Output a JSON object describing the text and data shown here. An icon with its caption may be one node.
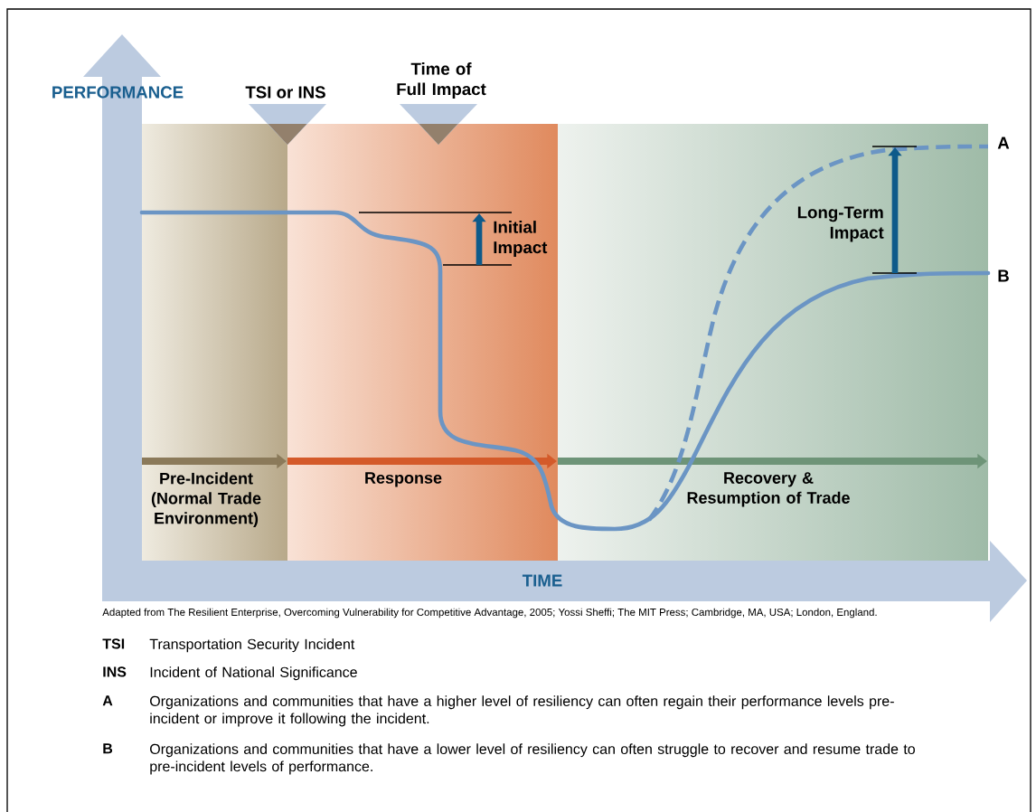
{
  "diagram": {
    "caption": "Adapted from The Resilient Enterprise, Overcoming Vulnerability for Competitive Advantage, 2005; Yossi Sheffi; The MIT Press; Cambridge, MA, USA; London, England.",
    "nodes": [
      {
        "text": [
          "Pre-Incident (Normal Trade Environment)"
        ]
      },
      {
        "text": [
          "Response"
        ]
      },
      {
        "text": [
          "Recovery & Resumption of Trade"
        ]
      }
    ],
    "labels": [
      "PERFORMANCE",
      "TSI or INS",
      "Time of Full Impact",
      "Initial Impact",
      "Long-Term Impact",
      "A",
      "B",
      "TIME",
      "TSI",
      "Transportation Security Incident",
      "INS",
      "Incident of National Significance",
      "A",
      "Organizations and communities that have a higher level of resiliency can often regain their performance levels pre-incident or improve it following the incident.",
      "B",
      "Organizations and communities that have a lower level of resiliency can often struggle to recover and resume trade to pre-incident levels of performance."
    ]
  }
}
